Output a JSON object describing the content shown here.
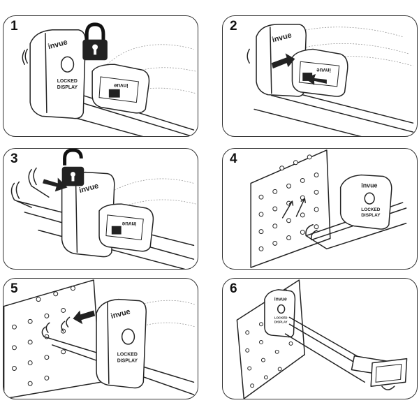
{
  "panels": [
    {
      "step": "1",
      "brand": "invue",
      "label_line1": "LOCKED",
      "label_line2": "DISPLAY",
      "icon": "padlock-locked-icon"
    },
    {
      "step": "2",
      "brand": "invue",
      "icon": "press-arrows-icon"
    },
    {
      "step": "3",
      "brand": "invue",
      "icon": "padlock-unlocked-icon"
    },
    {
      "step": "4",
      "brand": "invue",
      "label_line1": "LOCKED",
      "label_line2": "DISPLAY"
    },
    {
      "step": "5",
      "brand": "invue",
      "label_line1": "LOCKED",
      "label_line2": "DISPLAY"
    },
    {
      "step": "6",
      "brand": "invue",
      "label_line1": "LOCKED",
      "label_line2": "DISPLAY"
    }
  ]
}
